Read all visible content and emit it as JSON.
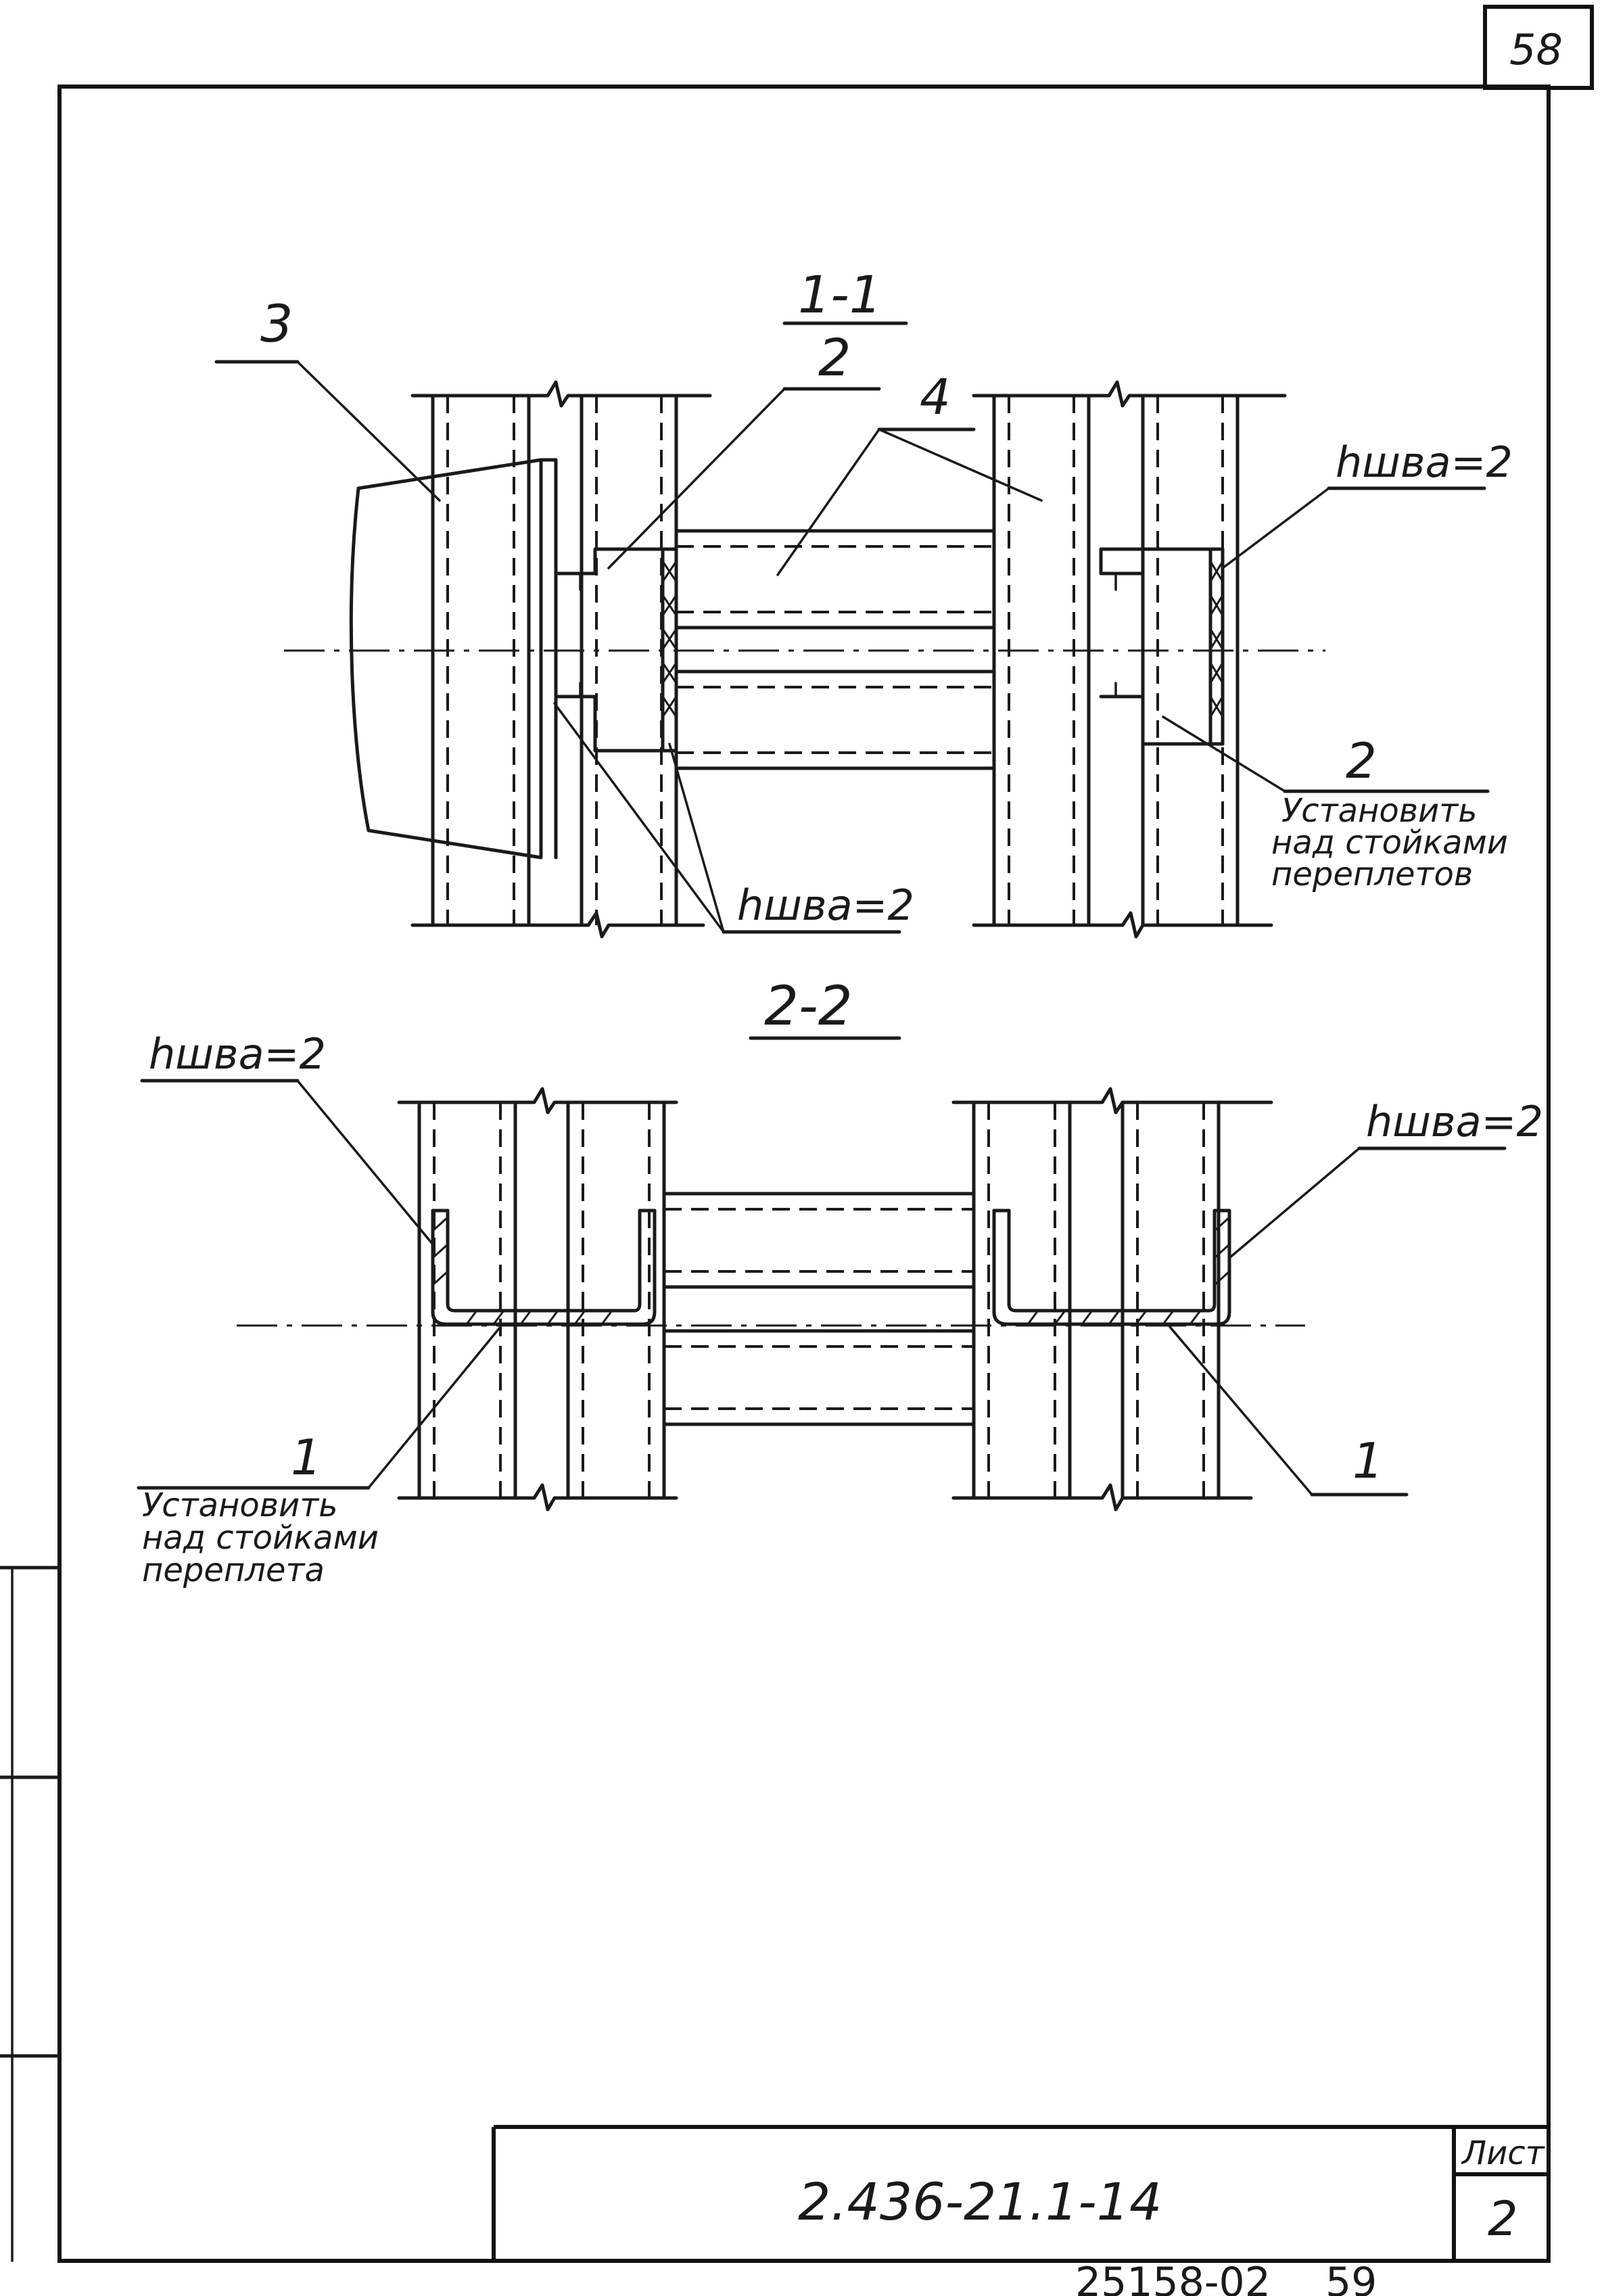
{
  "sheet": {
    "page_number": "58",
    "document_code": "2.436-21.1-14",
    "sheet_label": "Лист",
    "sheet_number": "2",
    "archive_number": "25158-02",
    "archive_page": "59"
  },
  "section_1_1": {
    "title": "1-1",
    "labels": {
      "pos_3": "3",
      "pos_2_top": "2",
      "pos_4": "4",
      "weld_top_right": "hшва=2",
      "weld_bottom": "hшва=2",
      "pos_2_right": "2",
      "note": [
        "Установить",
        "над стойками",
        "переплетов"
      ]
    }
  },
  "section_2_2": {
    "title": "2-2",
    "labels": {
      "weld_left": "hшва=2",
      "weld_right": "hшва=2",
      "pos_1_left": "1",
      "pos_1_right": "1",
      "note": [
        "Установить",
        "над стойками",
        "переплета"
      ]
    }
  }
}
